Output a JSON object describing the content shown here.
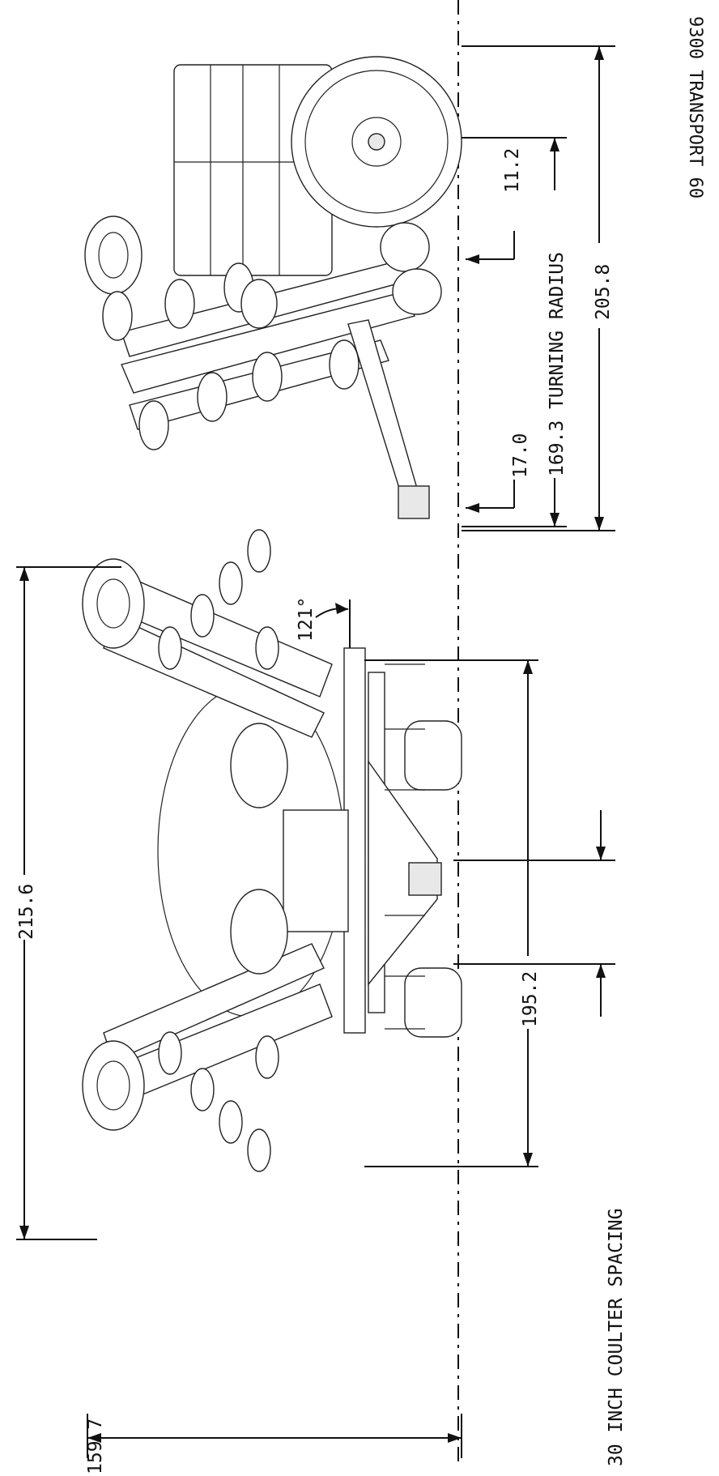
{
  "title": "9300 TRANSPORT 60",
  "dimensions": {
    "overall_width": "215.6",
    "wing_span": "195.2",
    "frame_depth": "159.7",
    "fold_angle": "121°",
    "coulter_spacing": "30 INCH COULTER SPACING",
    "offset_a": "11.2",
    "offset_b": "17.0",
    "turning_radius": "169.3 TURNING RADIUS",
    "transport_length": "205.8"
  }
}
